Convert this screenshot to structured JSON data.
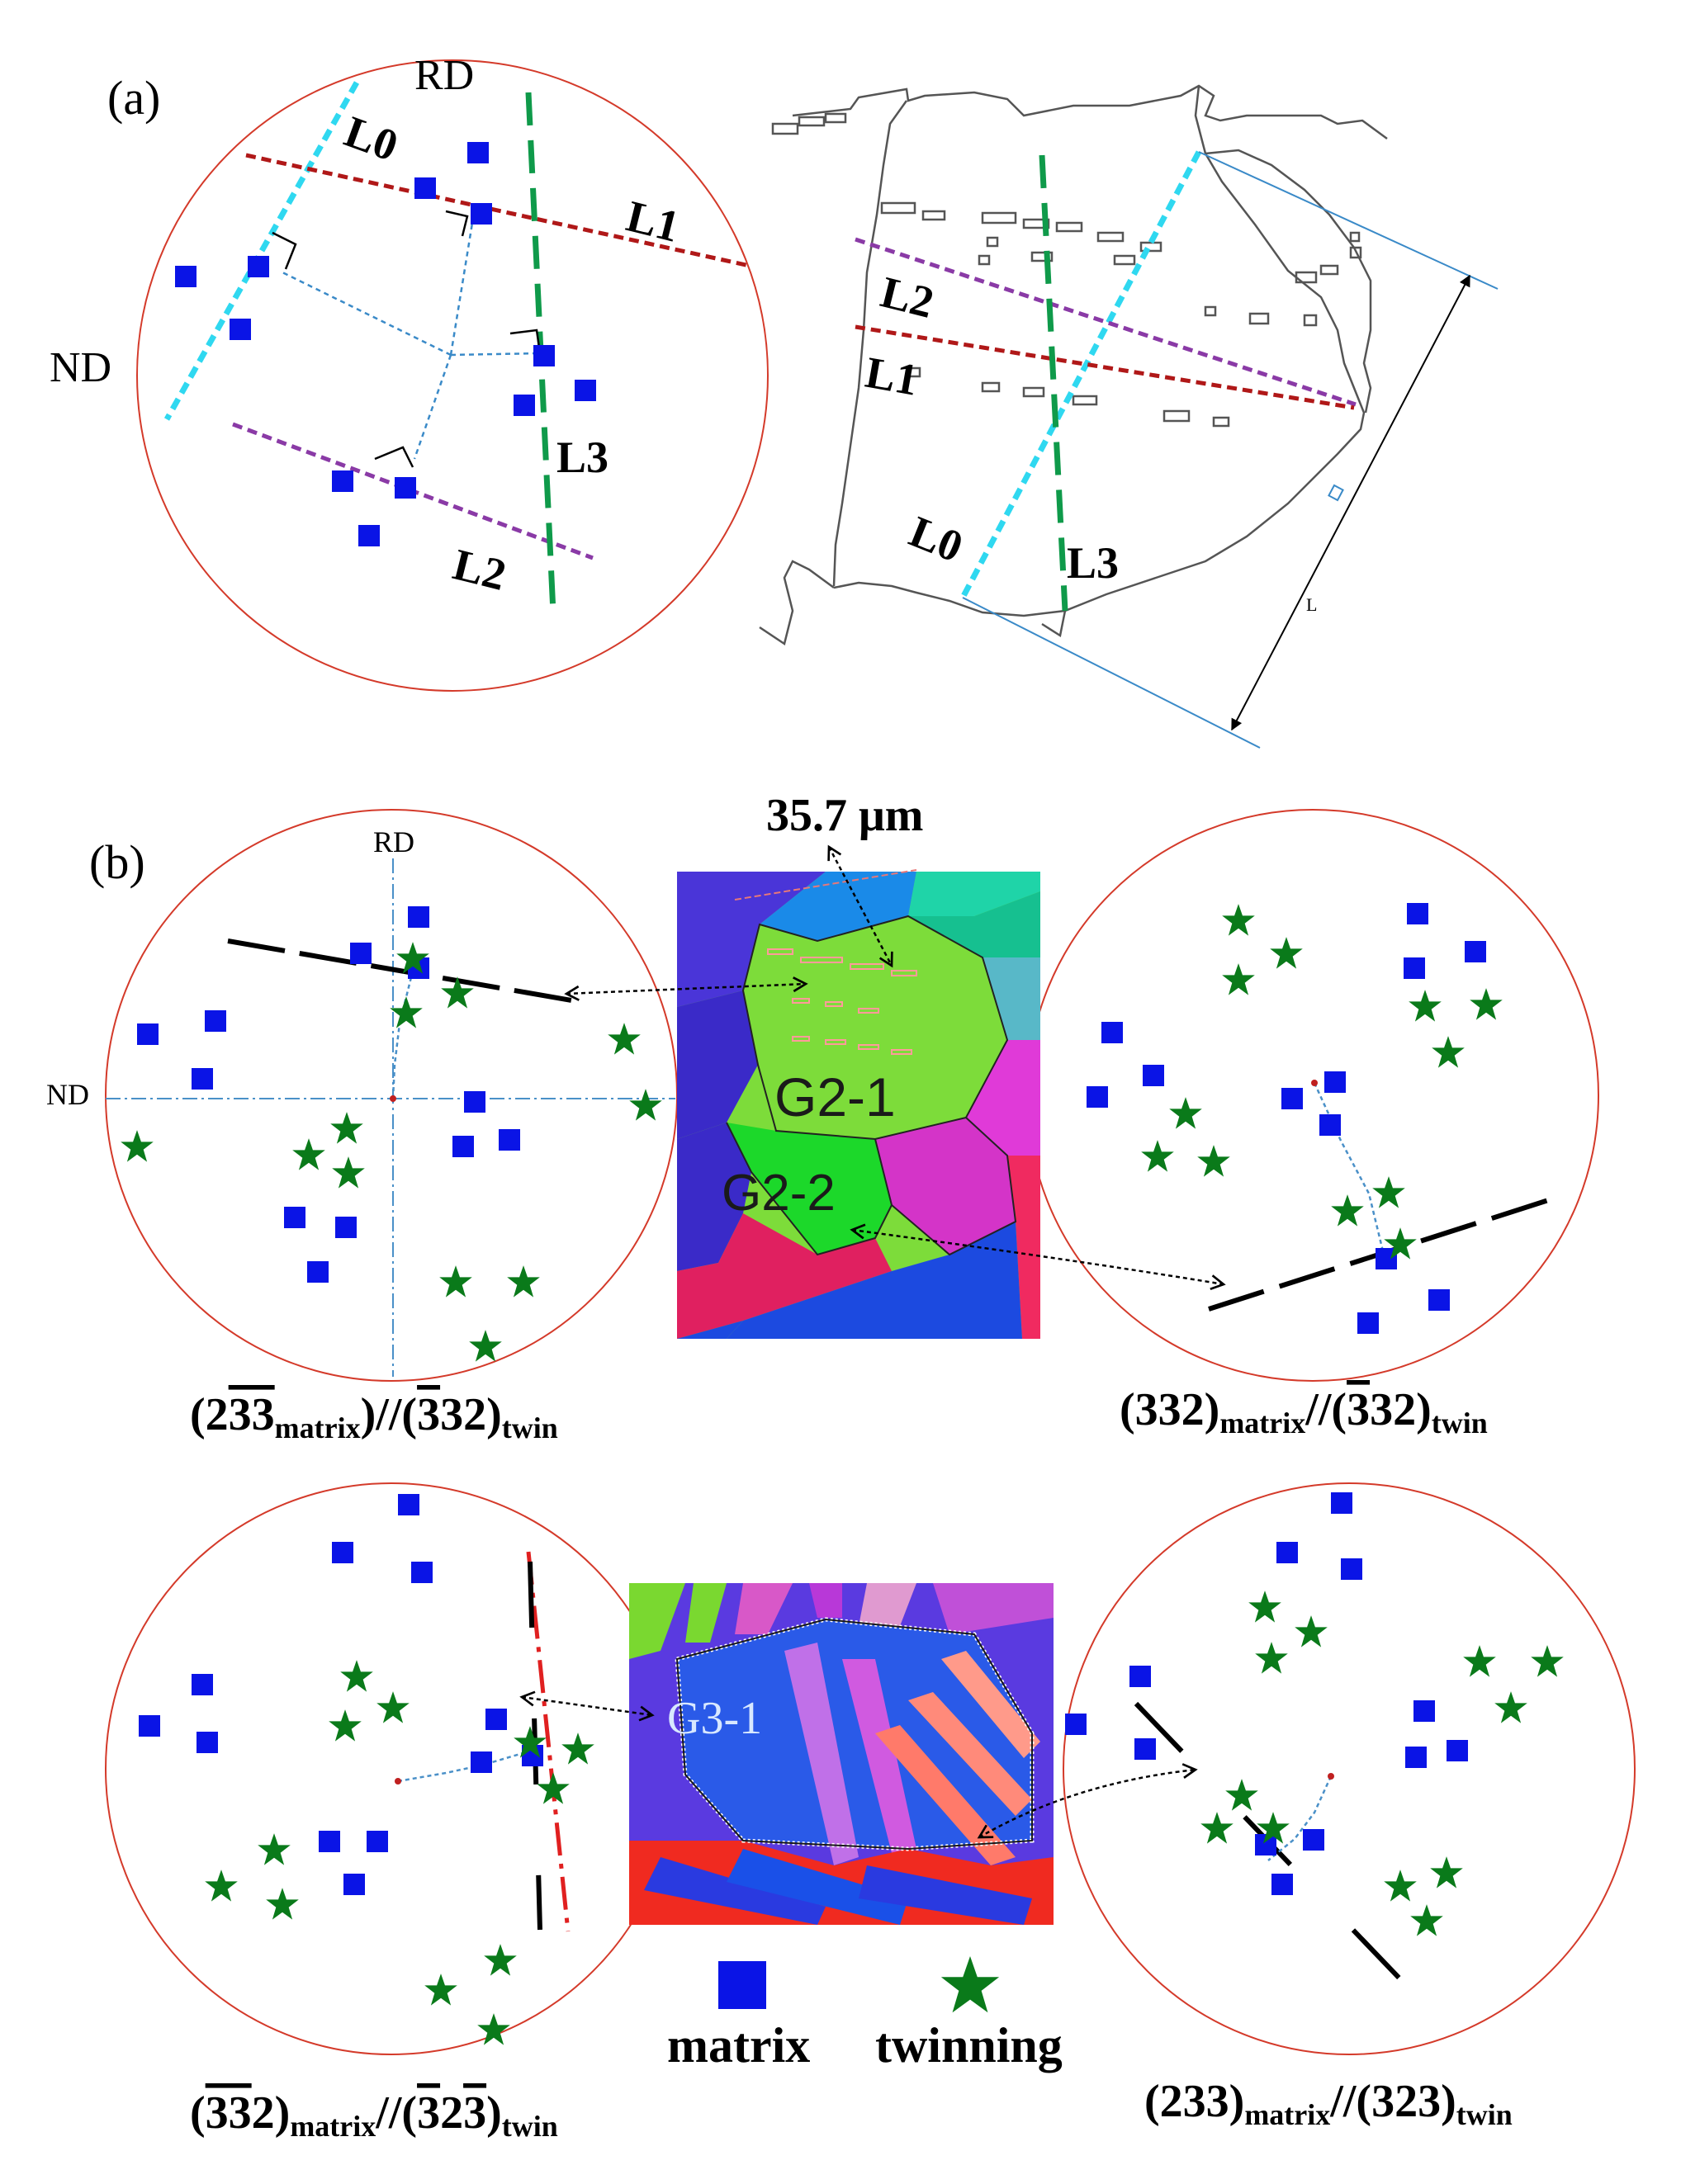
{
  "panel_a": {
    "label": "(a)",
    "axis_rd": "RD",
    "axis_nd": "ND",
    "lines": {
      "l0": "L0",
      "l1": "L1",
      "l2": "L2",
      "l3": "L3"
    },
    "length_label": "L",
    "colors": {
      "l0": "#2fd8f0",
      "l1": "#b01818",
      "l2": "#8a3aa6",
      "l3": "#0f9a4a"
    }
  },
  "panel_b": {
    "label": "(b)",
    "axis_rd": "RD",
    "axis_nd": "ND",
    "scale_text": "35.7 μm",
    "grains": {
      "g2_1": "G2-1",
      "g2_2": "G2-2",
      "g3_1": "G3-1"
    },
    "poles": {
      "top_left": {
        "m_h": "2",
        "m_bar": "33",
        "m_rest": "",
        "sub1": "matrix",
        "sep": "//",
        "t_bar": "3",
        "t_rest": "32",
        "sub2": "twin"
      },
      "top_right": {
        "m_plain": "332",
        "sub1": "matrix",
        "sep": "//",
        "t_bar": "3",
        "t_rest": "32",
        "sub2": "twin"
      },
      "bottom_left": {
        "m_bar": "33",
        "m_rest": "2",
        "sub1": "matrix",
        "sep": "//",
        "t_bar": "3",
        "t_mid": "2",
        "t_bar2": "3",
        "t_rest": "",
        "sub2": "twin"
      },
      "bottom_right": {
        "m_plain": "233",
        "sub1": "matrix",
        "sep": "//",
        "t_plain": "323",
        "sub2": "twin"
      }
    },
    "legend": {
      "matrix": "matrix",
      "twinning": "twinning"
    },
    "colors": {
      "matrix": "#0a14e6",
      "twin": "#0a7a1a",
      "circle": "#d43a2a"
    }
  }
}
